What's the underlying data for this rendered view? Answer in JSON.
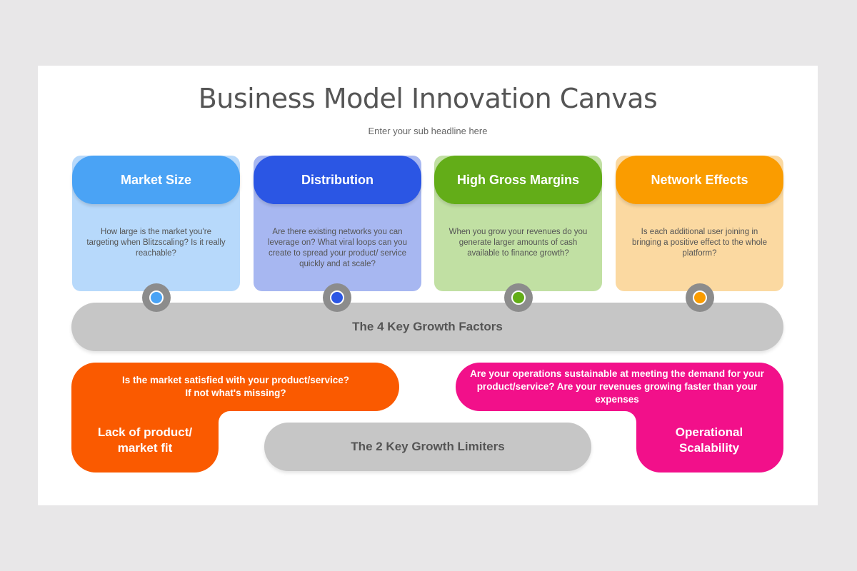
{
  "title": "Business Model Innovation Canvas",
  "subtitle": "Enter your sub headline here",
  "factors": [
    {
      "heading": "Market Size",
      "text": "How large is the market you're targeting when Blitzscaling? Is it really reachable?",
      "color": "#4aa3f5",
      "light": "#b7d9fb"
    },
    {
      "heading": "Distribution",
      "text": "Are there existing networks you can leverage on? What viral loops can you create to spread your product/ service quickly and at scale?",
      "color": "#2b56e4",
      "light": "#a7b7f1"
    },
    {
      "heading": "High Gross Margins",
      "text": "When you grow your revenues do you generate larger amounts of cash available to finance growth?",
      "color": "#63ad18",
      "light": "#c1e0a3"
    },
    {
      "heading": "Network Effects",
      "text": "Is each additional user joining in bringing a positive effect to the whole platform?",
      "color": "#fa9c00",
      "light": "#fbd9a1"
    }
  ],
  "growth_factors_label": "The 4 Key Growth Factors",
  "growth_limiters_label": "The 2 Key Growth Limiters",
  "limiters": [
    {
      "question": "Is the market satisfied with your product/service? If not what's missing?",
      "label": "Lack of product/ market fit",
      "color": "#fa5a00"
    },
    {
      "question": "Are your operations sustainable at meeting the demand for your product/service? Are your revenues growing faster than your expenses",
      "label": "Operational Scalability",
      "color": "#f2108a"
    }
  ],
  "bar_color": "#c6c6c6"
}
